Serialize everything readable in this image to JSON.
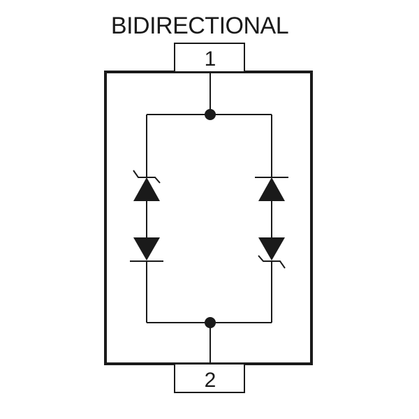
{
  "title": "BIDIRECTIONAL",
  "pins": {
    "top": "1",
    "bottom": "2"
  },
  "colors": {
    "line": "#1a1a1a",
    "background": "#ffffff"
  }
}
